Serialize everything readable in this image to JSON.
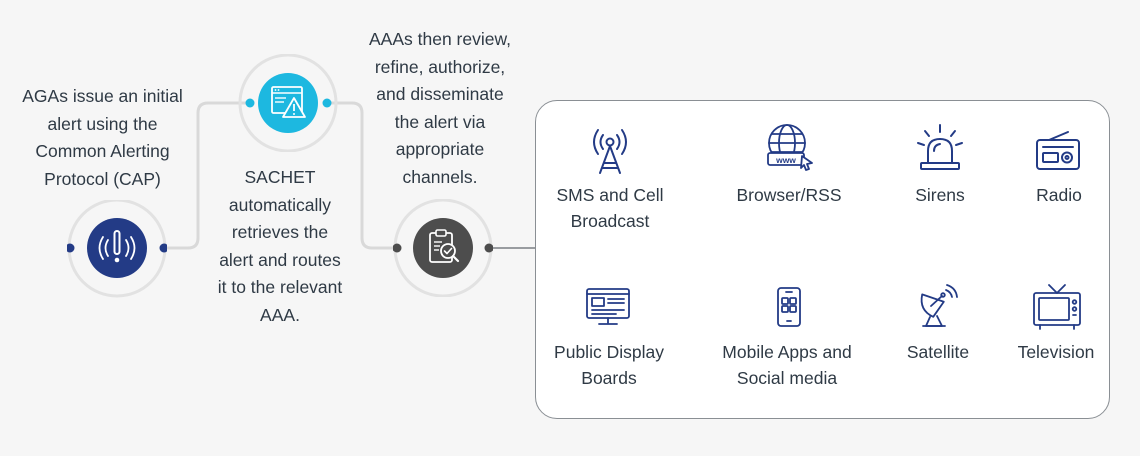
{
  "steps": [
    {
      "text": [
        "AGAs issue an initial",
        "alert using the",
        "Common Alerting",
        "Protocol (CAP)"
      ],
      "icon": "alert-broadcast-icon",
      "color": "#233b86"
    },
    {
      "text": [
        "SACHET",
        "automatically",
        "retrieves the",
        "alert and routes",
        "it to the relevant",
        "AAA."
      ],
      "icon": "browser-warning-icon",
      "color": "#1db8e0"
    },
    {
      "text": [
        "AAAs then review,",
        "refine, authorize,",
        "and disseminate",
        "the alert via",
        "appropriate",
        "channels."
      ],
      "icon": "clipboard-review-icon",
      "color": "#4d4d4d"
    }
  ],
  "channels": [
    {
      "label": [
        "SMS and Cell",
        "Broadcast"
      ],
      "icon": "cell-tower-icon"
    },
    {
      "label": [
        "Browser/RSS"
      ],
      "icon": "globe-www-icon"
    },
    {
      "label": [
        "Sirens"
      ],
      "icon": "siren-icon"
    },
    {
      "label": [
        "Radio"
      ],
      "icon": "radio-icon"
    },
    {
      "label": [
        "Public Display",
        "Boards"
      ],
      "icon": "display-board-icon"
    },
    {
      "label": [
        "Mobile Apps and",
        "Social media"
      ],
      "icon": "mobile-apps-icon"
    },
    {
      "label": [
        "Satellite"
      ],
      "icon": "satellite-dish-icon"
    },
    {
      "label": [
        "Television"
      ],
      "icon": "television-icon"
    }
  ],
  "colors": {
    "icon_stroke": "#233b86",
    "connector": "#d8d8d8",
    "ring": "#dcdcdc"
  }
}
